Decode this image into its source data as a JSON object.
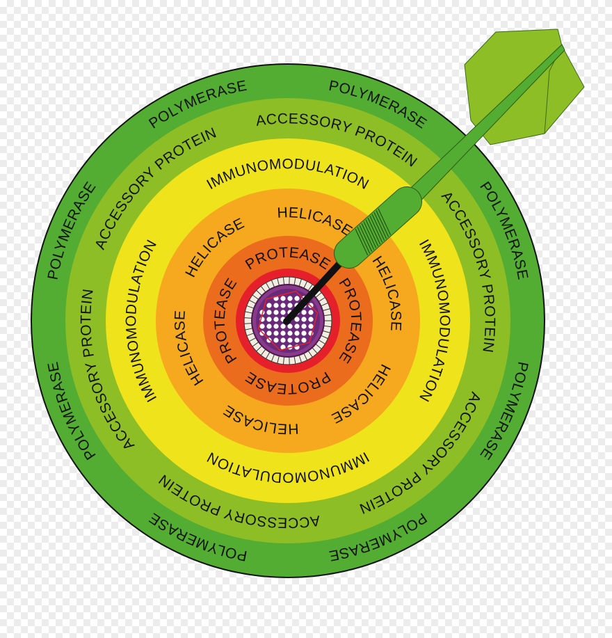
{
  "rings": [
    {
      "label": "POLYMERASE",
      "repeat": 8,
      "color": "#52ad32",
      "font": 21,
      "rotate": -95
    },
    {
      "label": "ACCESSORY PROTEIN",
      "repeat": 6,
      "color": "#8dbe26",
      "font": 21,
      "rotate": -110
    },
    {
      "label": "IMMUNOMODULATION",
      "repeat": 4,
      "color": "#efe41c",
      "font": 21,
      "rotate": -135
    },
    {
      "label": "HELICASE",
      "repeat": 6,
      "color": "#f6a81e",
      "font": 21,
      "rotate": -100
    },
    {
      "label": "PROTEASE",
      "repeat": 4,
      "color": "#ec6c1d",
      "font": 21,
      "rotate": -110
    }
  ],
  "colors": {
    "outline": "#111111",
    "core_ring": "#e5202a",
    "virus_purple": "#6a2a7a",
    "dart_green": "#52ad32",
    "flight_green": "#8dbe26"
  }
}
